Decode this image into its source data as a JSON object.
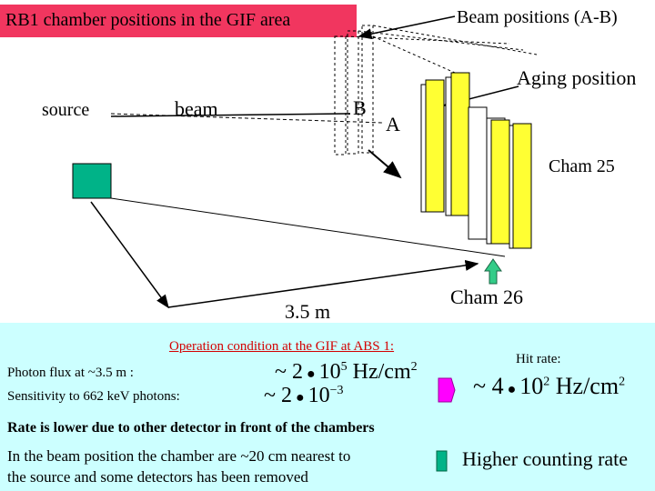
{
  "header": {
    "title": "RB1 chamber positions in the GIF area",
    "beam_positions_label": "Beam positions (A-B)"
  },
  "diagram": {
    "aging_position_label": "Aging position",
    "source_label": "source",
    "beam_label": "beam",
    "position_b_label": "B",
    "position_a_label": "A",
    "cham25_label": "Cham 25",
    "cham26_label": "Cham 26",
    "distance_label": "3.5 m"
  },
  "conditions": {
    "heading": "Operation condition at the GIF at ABS 1:",
    "photon_flux_label": "Photon flux at ~3.5 m :",
    "sensitivity_label": "Sensitivity to 662 keV photons:",
    "flux_value_prefix": "~ 2",
    "flux_value_exp": "5",
    "flux_value_unit": "Hz/cm",
    "sensitivity_prefix": "~ 2",
    "sensitivity_exp": "−3",
    "hit_rate_label": "Hit rate:",
    "hit_rate_prefix": "~ 4",
    "hit_rate_exp": "2",
    "hit_rate_unit": "Hz/cm",
    "rate_note": "Rate is lower due to other detector in front of the chambers",
    "beam_position_note_line1": "In the beam position the chamber are ~20 cm nearest to",
    "beam_position_note_line2": "the source and some detectors has been removed",
    "higher_rate_label": "Higher counting rate"
  },
  "colors": {
    "title_bg": "#f1365f",
    "source_fill": "#00b388",
    "chamber_fill": "#ffff33",
    "arrow_fill": "#33cc88",
    "panel_bg": "#ccffff",
    "magenta_marker": "#ff00ff",
    "heading_color": "#d40000"
  }
}
